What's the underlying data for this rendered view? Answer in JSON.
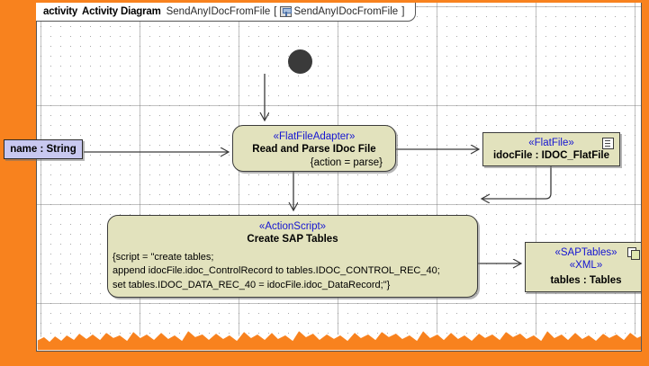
{
  "frame": {
    "keyword": "activity",
    "type_label": "Activity Diagram",
    "diagram_name": "SendAnyIDocFromFile",
    "bracket_open": "[",
    "bracket_close": "]",
    "context_name": "SendAnyIDocFromFile",
    "context_icon": "activity-diagram-icon"
  },
  "nodes": {
    "initial": {
      "kind": "initial-node"
    },
    "read_parse": {
      "stereotype": "«FlatFileAdapter»",
      "name": "Read and Parse IDoc File",
      "tagged_value": "{action = parse}"
    },
    "create_tables": {
      "stereotype": "«ActionScript»",
      "name": "Create SAP Tables",
      "script_lines": [
        "{script = \"create tables;",
        "append idocFile.idoc_ControlRecord to tables.IDOC_CONTROL_REC_40;",
        "set tables.IDOC_DATA_REC_40 = idocFile.idoc_DataRecord;\"}"
      ]
    },
    "flat_file": {
      "stereotype": "«FlatFile»",
      "name": "idocFile : IDOC_FlatFile",
      "icon": "document-icon"
    },
    "sap_tables": {
      "stereotype1": "«SAPTables»",
      "stereotype2": "«XML»",
      "name": "tables : Tables",
      "icon": "multi-document-icon"
    },
    "parameter_pin": {
      "label": "name : String"
    }
  },
  "colors": {
    "canvas_background": "#f8821e",
    "diagram_background": "#ffffff",
    "node_fill": "#e2e2bd",
    "node_border": "#3b3b3b",
    "stereotype_text": "#1414d2",
    "pin_fill": "#c8c8f0",
    "grid_dot": "#a8a8a8"
  }
}
